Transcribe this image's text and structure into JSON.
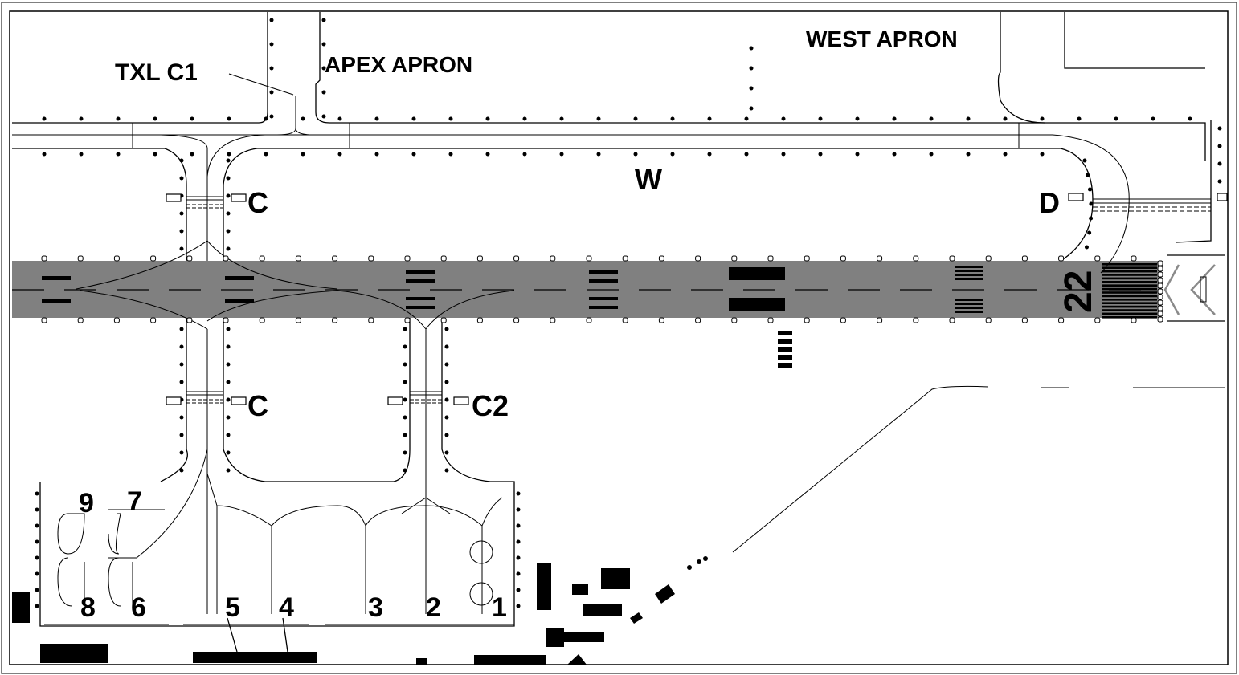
{
  "diagram": {
    "labels": {
      "txl_c1": "TXL C1",
      "apex_apron": "APEX APRON",
      "west_apron": "WEST APRON",
      "taxiway_w": "W",
      "taxiway_c_north": "C",
      "taxiway_d": "D",
      "taxiway_c_south": "C",
      "taxiway_c2": "C2",
      "runway": "22"
    },
    "stands": [
      "9",
      "7",
      "8",
      "6",
      "5",
      "4",
      "3",
      "2",
      "1"
    ],
    "colors": {
      "runway": "#808080",
      "line": "#000000",
      "background": "#ffffff",
      "chevron": "#8a8a8a"
    }
  }
}
